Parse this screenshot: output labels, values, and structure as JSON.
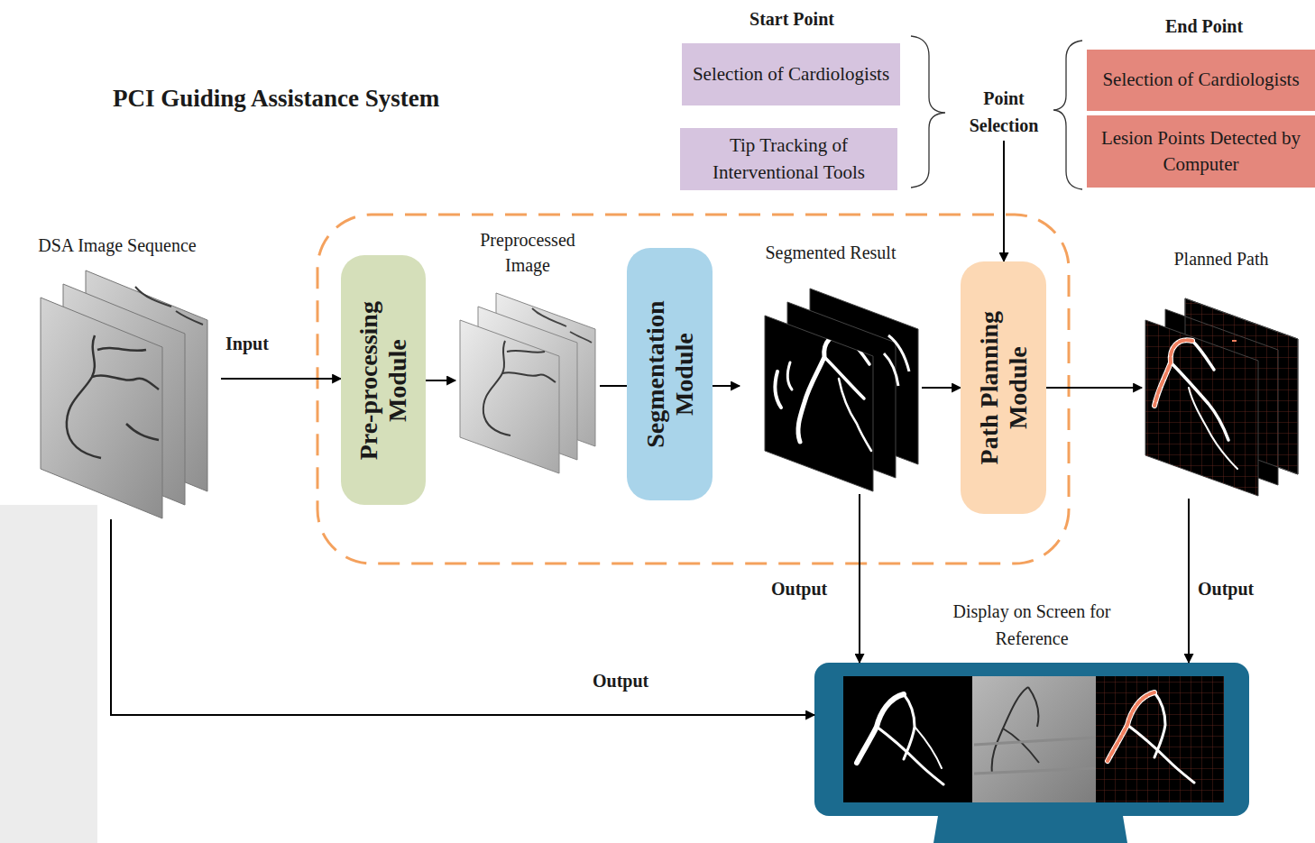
{
  "diagram": {
    "title": "PCI Guiding Assistance System",
    "nodes": [
      {
        "text": [
          "Selection of Cardiologists"
        ]
      },
      {
        "text": [
          "Tip Tracking of Interventional Tools"
        ]
      },
      {
        "text": [
          "Point Selection"
        ]
      },
      {
        "text": [
          "Selection of Cardiologists"
        ]
      },
      {
        "text": [
          "Lesion Points Detected by Computer"
        ]
      },
      {
        "text": [
          "DSA Image Sequence"
        ]
      },
      {
        "text": [
          "Pre-processing Module"
        ]
      },
      {
        "text": [
          "Preprocessed Image"
        ]
      },
      {
        "text": [
          "Segmentation Module"
        ]
      },
      {
        "text": [
          "Segmented Result"
        ]
      },
      {
        "text": [
          "Path Planning Module"
        ]
      },
      {
        "text": [
          "Planned Path"
        ]
      },
      {
        "text": [
          "Display on Screen for Reference"
        ]
      }
    ],
    "edges": [
      {
        "from": 5,
        "to": 6,
        "arrow": "to",
        "label": "Input"
      },
      {
        "from": 6,
        "to": 7,
        "arrow": "to"
      },
      {
        "from": 7,
        "to": 8,
        "arrow": "none"
      },
      {
        "from": 8,
        "to": 9,
        "arrow": "to"
      },
      {
        "from": 9,
        "to": 10,
        "arrow": "to"
      },
      {
        "from": 2,
        "to": 10,
        "arrow": "to"
      },
      {
        "from": 10,
        "to": 11,
        "arrow": "to"
      },
      {
        "from": 9,
        "to": 12,
        "arrow": "to",
        "label": "Output"
      },
      {
        "from": 11,
        "to": 12,
        "arrow": "to",
        "label": "Output"
      },
      {
        "from": 5,
        "to": 12,
        "arrow": "to",
        "label": "Output"
      }
    ],
    "labels": [
      "Start Point",
      "End Point"
    ]
  }
}
